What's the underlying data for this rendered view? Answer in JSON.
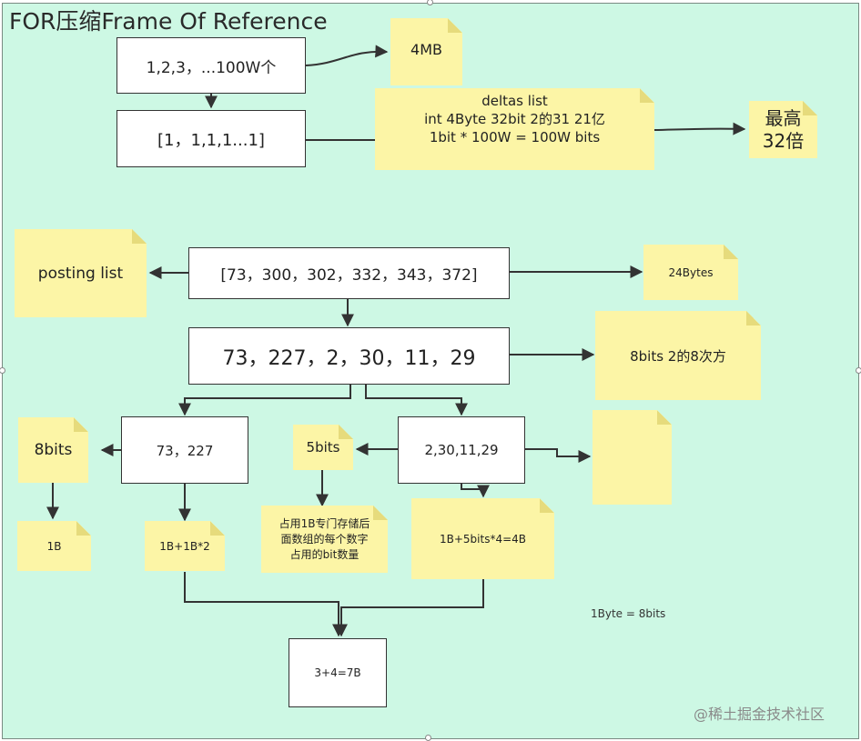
{
  "title": "FOR压缩Frame Of Reference",
  "boxes": {
    "seq": "1,2,3，...100W个",
    "delta_seq": "[1，1,1,1...1]",
    "postings": "[73，300，302，332，343，372]",
    "deltas": "73，227，2，30，11，29",
    "block_a": "73，227",
    "block_b": "2,30,11,29",
    "total": "3+4=7B"
  },
  "notes": {
    "size_4mb": "4MB",
    "deltas_list": [
      "deltas list",
      "int 4Byte 32bit  2的31 21亿",
      "1bit * 100W = 100W bits"
    ],
    "max_32x": [
      "最高",
      "32倍"
    ],
    "posting_list": "posting list",
    "bytes_24": "24Bytes",
    "bits8_note": "8bits 2的8次方",
    "bits8": "8bits",
    "bits5": "5bits",
    "one_b": "1B",
    "a_calc": "1B+1B*2",
    "header_desc": [
      "占用1B专门存储后",
      "面数组的每个数字",
      "占用的bit数量"
    ],
    "b_calc": "1B+5bits*4=4B",
    "empty": ""
  },
  "free_text": {
    "byte_def": "1Byte = 8bits",
    "watermark": "@稀土掘金技术社区"
  },
  "colors": {
    "canvas": "#cdf8e4",
    "note": "#fcf5a6",
    "border": "#333333"
  }
}
